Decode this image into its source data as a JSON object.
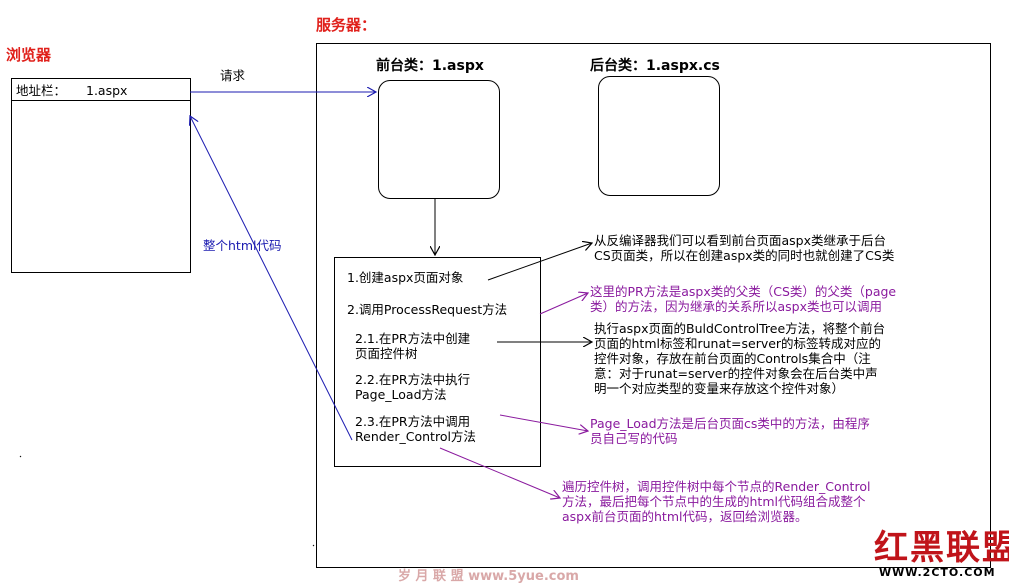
{
  "browser": {
    "title": "浏览器",
    "address_label": "地址栏：",
    "address_value": "1.aspx"
  },
  "server": {
    "title": "服务器：",
    "front_class_title": "前台类：1.aspx",
    "back_class_title": "后台类：1.aspx.cs"
  },
  "arrows": {
    "request_label": "请求",
    "response_label": "整个html代码"
  },
  "steps": [
    "1.创建aspx页面对象",
    "2.调用ProcessRequest方法",
    "2.1.在PR方法中创建页面控件树",
    "2.2.在PR方法中执行Page_Load方法",
    "2.3.在PR方法中调用Render_Control方法"
  ],
  "steps_lines": [
    [
      "1.创建aspx页面对象"
    ],
    [
      "2.调用ProcessRequest方法"
    ],
    [
      "2.1.在PR方法中创建",
      "页面控件树"
    ],
    [
      "2.2.在PR方法中执行",
      "Page_Load方法"
    ],
    [
      "2.3.在PR方法中调用",
      "Render_Control方法"
    ]
  ],
  "notes": {
    "n1": [
      "从反编译器我们可以看到前台页面aspx类继承于后台",
      "CS页面类，所以在创建aspx类的同时也就创建了CS类"
    ],
    "n2": [
      "这里的PR方法是aspx类的父类（CS类）的父类（page",
      "类）的方法，因为继承的关系所以aspx类也可以调用"
    ],
    "n3": [
      "执行aspx页面的BuldControlTree方法，将整个前台",
      "页面的html标签和runat=server的标签转成对应的",
      "控件对象，存放在前台页面的Controls集合中（注",
      "意：对于runat=server的控件对象会在后台类中声",
      "明一个对应类型的变量来存放这个控件对象）"
    ],
    "n4": [
      "Page_Load方法是后台页面cs类中的方法，由程序",
      "员自己写的代码"
    ],
    "n5": [
      "遍历控件树，调用控件树中每个节点的Render_Control",
      "方法，最后把每个节点中的生成的html代码组合成整个",
      "aspx前台页面的html代码，返回给浏览器。"
    ]
  },
  "watermarks": {
    "left": "岁 月 联 盟   www.5yue.com",
    "right_title": "红黑联盟",
    "right_url": "WWW.2CTO.COM"
  },
  "colors": {
    "title_red": "#e0201b",
    "arrow_blue": "#1b1bb0",
    "note_purple": "#8a1a9e"
  }
}
